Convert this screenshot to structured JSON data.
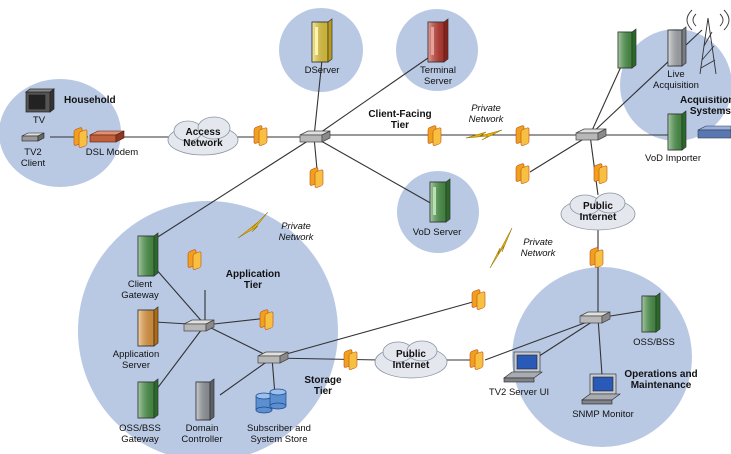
{
  "regions": {
    "household": "Household",
    "application_tier": "Application\nTier",
    "storage_tier": "Storage\nTier",
    "acquisition_systems": "Acquisition\nSystems",
    "operations": "Operations and\nMaintenance",
    "client_facing_tier": "Client-Facing\nTier"
  },
  "clouds": {
    "access_network": "Access\nNetwork",
    "public_internet_top": "Public\nInternet",
    "public_internet_bottom": "Public\nInternet"
  },
  "links": {
    "private_network_left": "Private\nNetwork",
    "private_network_top": "Private\nNetwork",
    "private_network_mid": "Private\nNetwork"
  },
  "devices": {
    "tv": "TV",
    "tv2_client": "TV2\nClient",
    "dsl_modem": "DSL Modem",
    "dserver": "DServer",
    "terminal_server": "Terminal\nServer",
    "vod_server": "VoD Server",
    "live_acquisition": "Live\nAcquisition",
    "vod_importer": "VoD Importer",
    "client_gateway": "Client\nGateway",
    "application_server": "Application\nServer",
    "oss_bss_gateway": "OSS/BSS\nGateway",
    "domain_controller": "Domain\nController",
    "subscriber_store": "Subscriber and\nSystem Store",
    "tv2_server_ui": "TV2 Server UI",
    "snmp_monitor": "SNMP Monitor",
    "oss_bss": "OSS/BSS"
  },
  "colors": {
    "region_fill": "#b9c9e4",
    "cloud_fill": "#e4e7ee",
    "line": "#333333",
    "firewall": "#f0a020",
    "firewall_dark": "#c05010",
    "lightning": "#e8b000",
    "server_yellow": "#f2d43a",
    "server_red": "#c8382e",
    "server_green": "#4a9a48",
    "server_orange": "#f0a040",
    "server_gray": "#9aa0a6"
  }
}
